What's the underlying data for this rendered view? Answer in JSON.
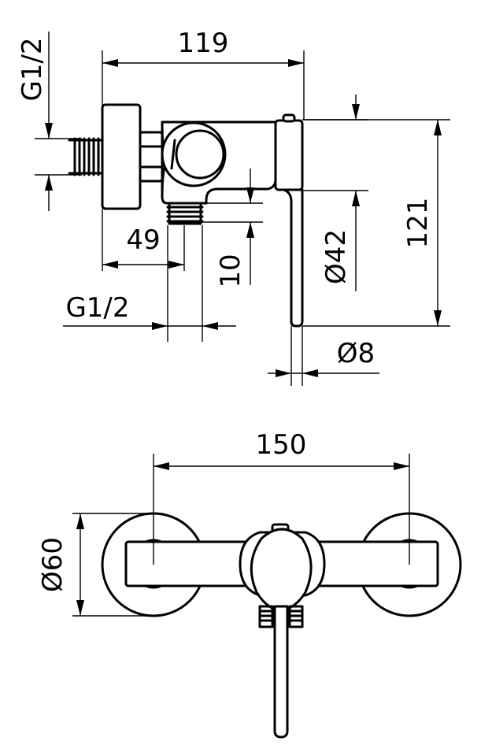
{
  "side_view": {
    "dim_top_width": "119",
    "dim_inlet_thread": "G1/2",
    "dim_depth": "49",
    "dim_outlet_offset": "10",
    "dim_outlet_thread": "G1/2",
    "dim_body_diameter": "Ø42",
    "dim_height": "121",
    "dim_lever_diameter": "Ø8"
  },
  "front_view": {
    "dim_center_distance": "150",
    "dim_flange_diameter": "Ø60"
  }
}
